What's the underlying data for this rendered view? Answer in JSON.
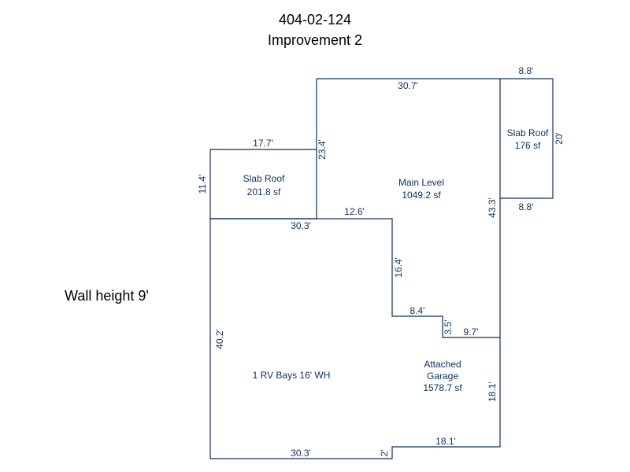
{
  "header": {
    "parcel": "404-02-124",
    "improvement": "Improvement 2"
  },
  "wall_height": "Wall height 9'",
  "areas": {
    "slab_left": {
      "name": "Slab Roof",
      "size": "201.8 sf"
    },
    "slab_right": {
      "name": "Slab Roof",
      "size": "176 sf"
    },
    "main": {
      "name": "Main Level",
      "size": "1049.2 sf"
    },
    "garage": {
      "name": "Attached",
      "name2": "Garage",
      "size": "1578.7 sf"
    },
    "rv": {
      "name": "1 RV Bays 16' WH"
    }
  },
  "dimensions": {
    "top_main": "30.7'",
    "top_right": "8.8'",
    "right_slab_side": "20'",
    "right_slab_bottom": "8.8'",
    "slab_left_top": "17.7'",
    "slab_left_side": "11.4'",
    "main_left": "23.4'",
    "main_bottom_left": "12.6'",
    "rv_top": "30.3'",
    "main_right": "43.3'",
    "step_vertical": "16.4'",
    "step_horizontal": "8.4'",
    "step_small": "3.5'",
    "garage_top": "9.7'",
    "rv_left": "40.2'",
    "garage_right": "18.1'",
    "garage_bottom": "18.1'",
    "bottom_left": "30.3'",
    "bottom_step": "2'"
  },
  "colors": {
    "line": "#0d2f5f",
    "text": "#0d2f5f"
  }
}
